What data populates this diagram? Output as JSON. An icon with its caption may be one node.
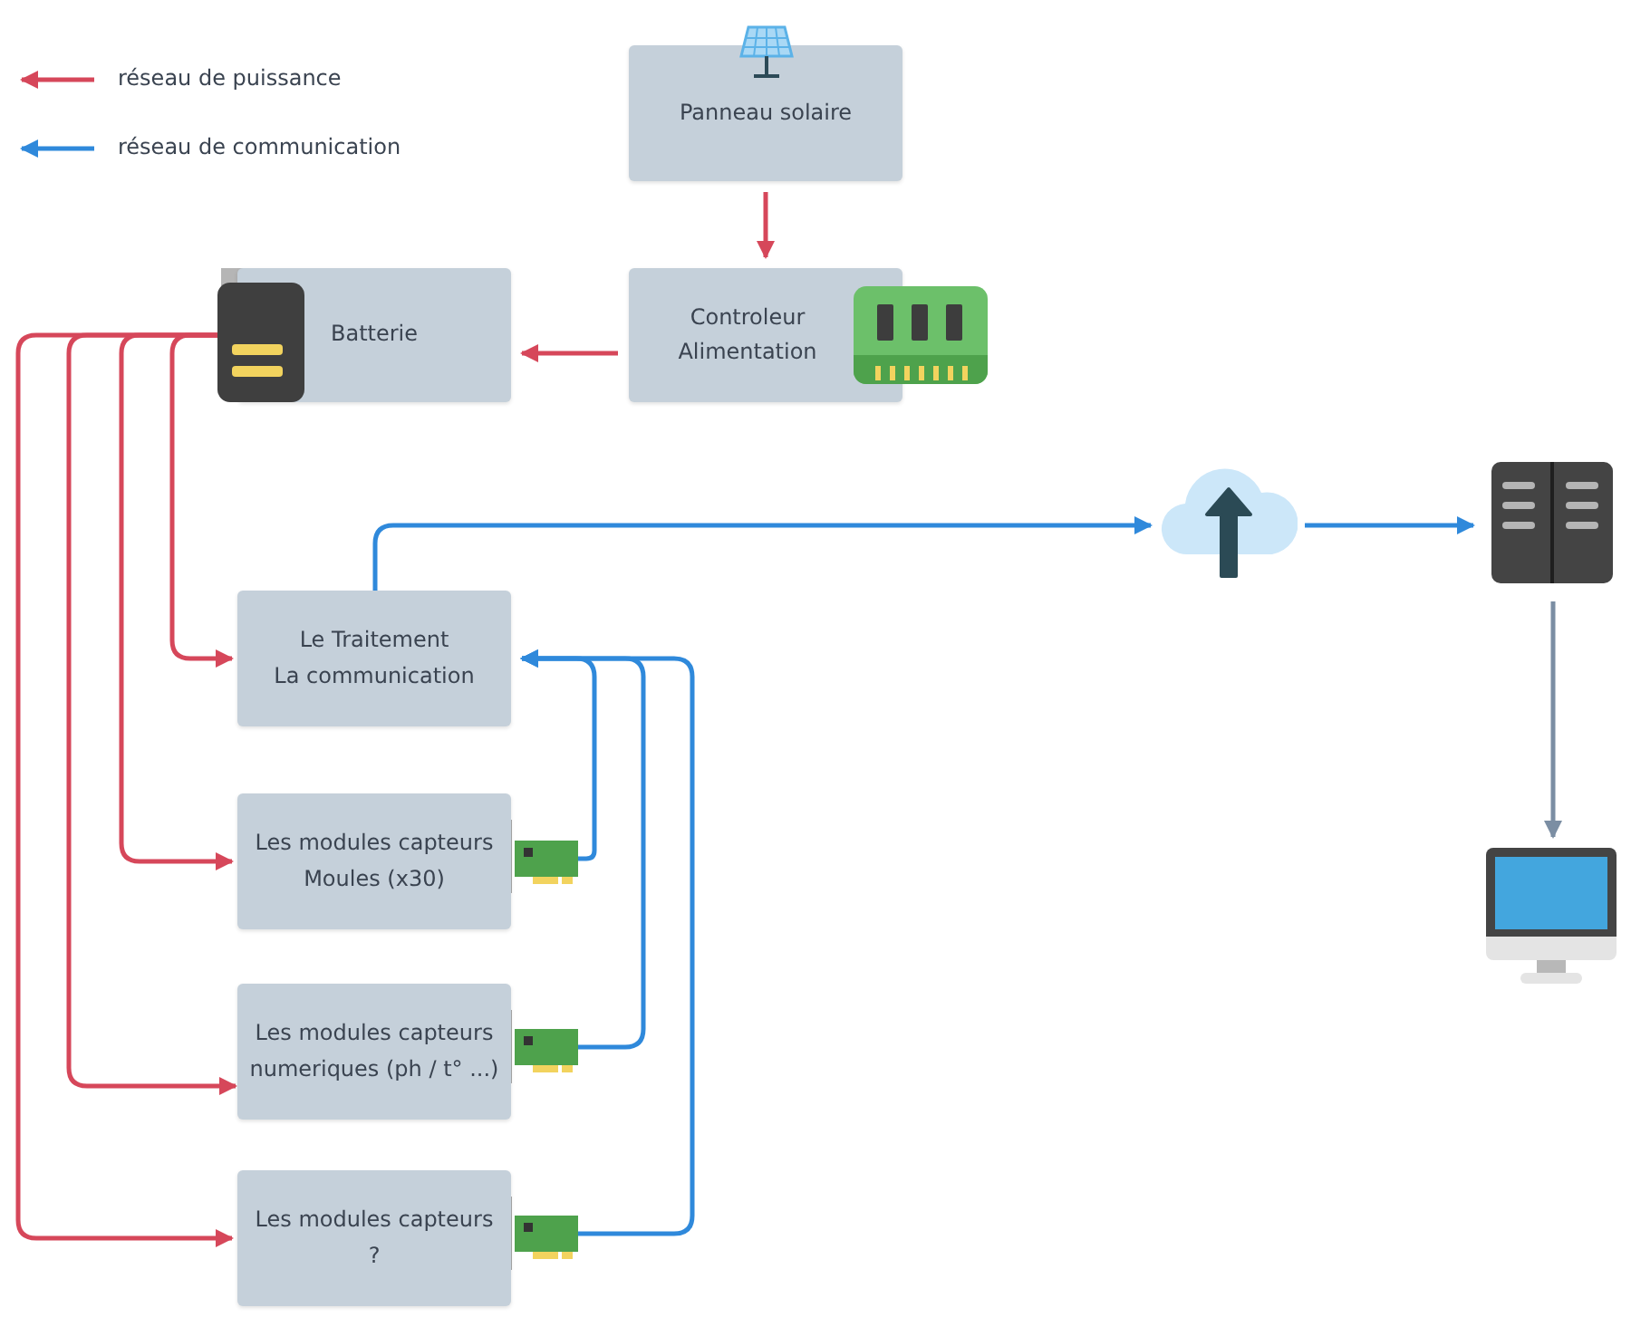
{
  "diagram": {
    "nodes": [
      {
        "text": [
          "Panneau solaire"
        ]
      },
      {
        "text": [
          "Controleur Alimentation"
        ]
      },
      {
        "text": [
          "Batterie"
        ]
      },
      {
        "text": [
          "Le Traitement",
          "La communication"
        ]
      },
      {
        "text": [
          "Les modules capteurs Moules (x30)"
        ]
      },
      {
        "text": [
          "Les modules capteurs numeriques (ph / t° ...)"
        ]
      },
      {
        "text": [
          "Les modules capteurs ?"
        ]
      },
      {
        "text": [],
        "shape": "cloud"
      },
      {
        "text": [],
        "shape": "server"
      },
      {
        "text": [],
        "shape": "monitor"
      },
      {
        "text": [],
        "shape": "card"
      },
      {
        "text": [],
        "shape": "card"
      },
      {
        "text": [],
        "shape": "card"
      }
    ],
    "edges": [
      {
        "from": 0,
        "to": 1,
        "arrow": "to"
      },
      {
        "from": 1,
        "to": 2,
        "arrow": "to"
      },
      {
        "from": 2,
        "to": 3,
        "arrow": "to"
      },
      {
        "from": 2,
        "to": 4,
        "arrow": "to"
      },
      {
        "from": 2,
        "to": 5,
        "arrow": "to"
      },
      {
        "from": 2,
        "to": 6,
        "arrow": "to"
      },
      {
        "from": 3,
        "to": 7,
        "arrow": "to",
        "color": "#2f89db"
      },
      {
        "from": 7,
        "to": 8,
        "arrow": "to",
        "color": "#2f89db"
      },
      {
        "from": 8,
        "to": 9,
        "arrow": "to",
        "color": "#7b8ea3"
      },
      {
        "from": 10,
        "to": 3,
        "arrow": "to",
        "color": "#2f89db"
      },
      {
        "from": 11,
        "to": 3,
        "arrow": "to",
        "color": "#2f89db"
      },
      {
        "from": 12,
        "to": 3,
        "arrow": "to",
        "color": "#2f89db"
      }
    ],
    "legend": [
      {
        "text": "réseau de puissance"
      },
      {
        "text": "réseau de communication"
      }
    ]
  }
}
